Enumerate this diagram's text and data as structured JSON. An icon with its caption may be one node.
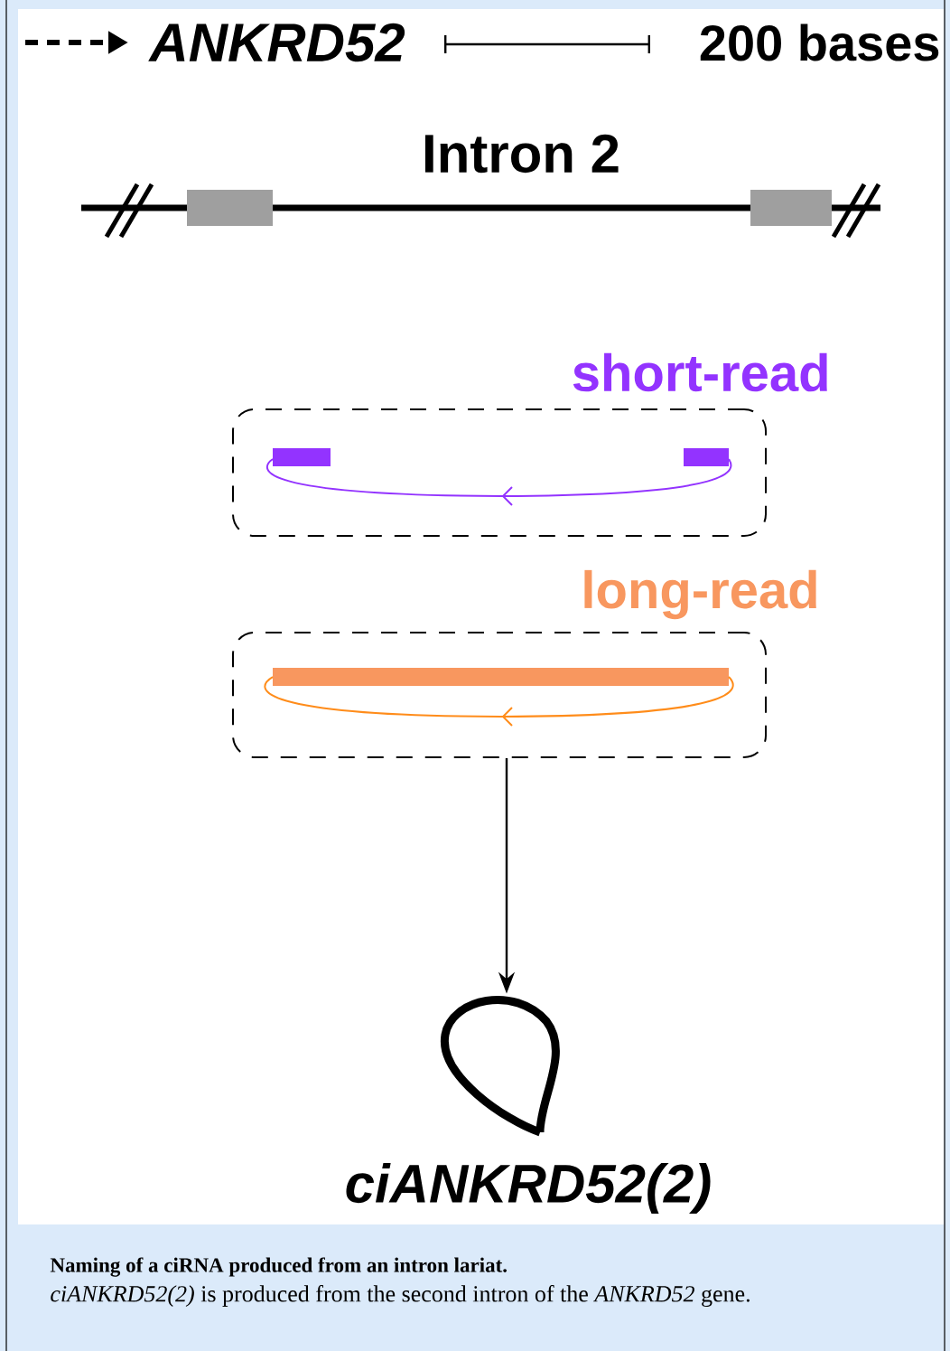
{
  "diagram": {
    "title": "Naming of a ciRNA produced from an intron lariat.",
    "caption": "*ciANKRD52(2)* is produced from the second intron of the *ANKRD52* gene.",
    "nodes": [
      {
        "text": [
          "short-read"
        ]
      },
      {
        "text": [
          "long-read"
        ]
      },
      {
        "text": [
          "ciANKRD52(2)"
        ]
      }
    ],
    "edges": [
      {
        "from": 1,
        "to": 2,
        "arrow": "to"
      }
    ],
    "labels": [
      "ANKRD52",
      "200 bases",
      "Intron 2"
    ]
  }
}
